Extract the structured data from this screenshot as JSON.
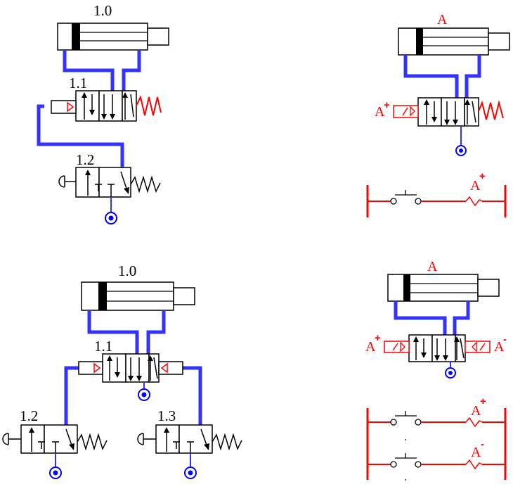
{
  "colors": {
    "air_line": "#3333ff",
    "electric": "#ff0000",
    "outline": "#000000",
    "source": "#0000ff"
  },
  "pneumatic_top": {
    "cylinder_label": "1.0",
    "valve_label": "1.1",
    "button_valve_label": "1.2"
  },
  "electric_top": {
    "cylinder_label": "A",
    "solenoid_label": "A",
    "solenoid_sign": "+",
    "coil_label": "A",
    "coil_sign": "+"
  },
  "pneumatic_bottom": {
    "cylinder_label": "1.0",
    "valve_label": "1.1",
    "button_valve_left_label": "1.2",
    "button_valve_right_label": "1.3"
  },
  "electric_bottom": {
    "cylinder_label": "A",
    "solenoid_left_label": "A",
    "solenoid_left_sign": "+",
    "solenoid_right_label": "A",
    "solenoid_right_sign": "-",
    "coil_top_label": "A",
    "coil_top_sign": "+",
    "coil_bottom_label": "A",
    "coil_bottom_sign": "-"
  }
}
